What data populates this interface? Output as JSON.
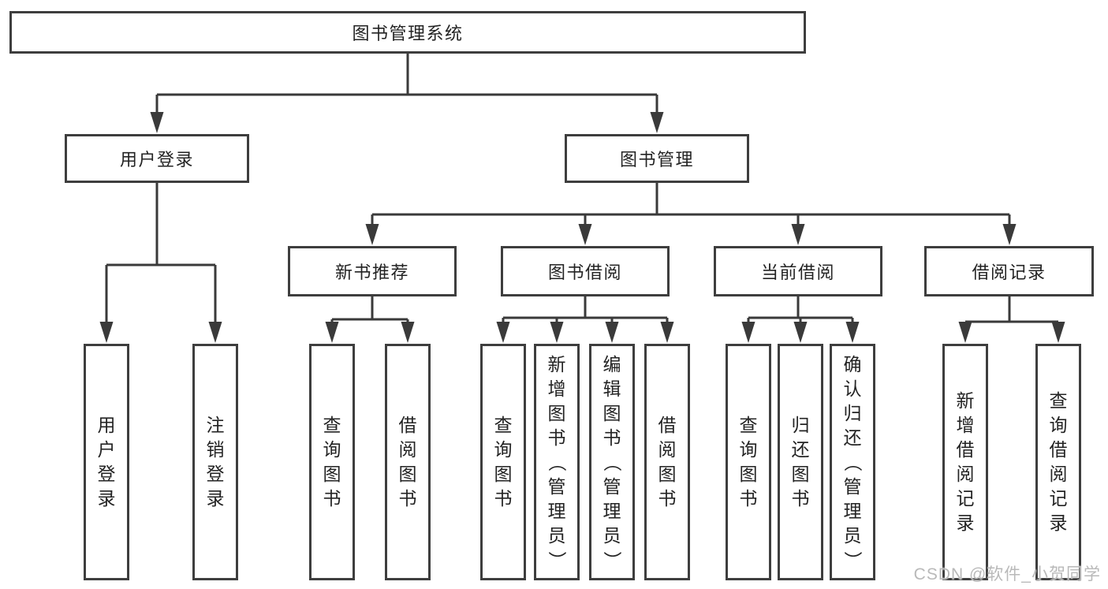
{
  "diagram_type": "hierarchy-tree",
  "colors": {
    "background": "#ffffff",
    "line": "#3a3a3a",
    "box_border": "#3e3e3e",
    "text": "#232323",
    "watermark": "#b9b9b9"
  },
  "watermark": "CSDN @软件_小贺同学",
  "tree": {
    "label": "图书管理系统",
    "children": [
      {
        "label": "用户登录",
        "children": [
          {
            "label": "用户登录"
          },
          {
            "label": "注销登录"
          }
        ]
      },
      {
        "label": "图书管理",
        "children": [
          {
            "label": "新书推荐",
            "children": [
              {
                "label": "查询图书"
              },
              {
                "label": "借阅图书"
              }
            ]
          },
          {
            "label": "图书借阅",
            "children": [
              {
                "label": "查询图书"
              },
              {
                "label": "新增图书（管理员）"
              },
              {
                "label": "编辑图书（管理员）"
              },
              {
                "label": "借阅图书"
              }
            ]
          },
          {
            "label": "当前借阅",
            "children": [
              {
                "label": "查询图书"
              },
              {
                "label": "归还图书"
              },
              {
                "label": "确认归还（管理员）"
              }
            ]
          },
          {
            "label": "借阅记录",
            "children": [
              {
                "label": "新增借阅记录"
              },
              {
                "label": "查询借阅记录"
              }
            ]
          }
        ]
      }
    ]
  }
}
